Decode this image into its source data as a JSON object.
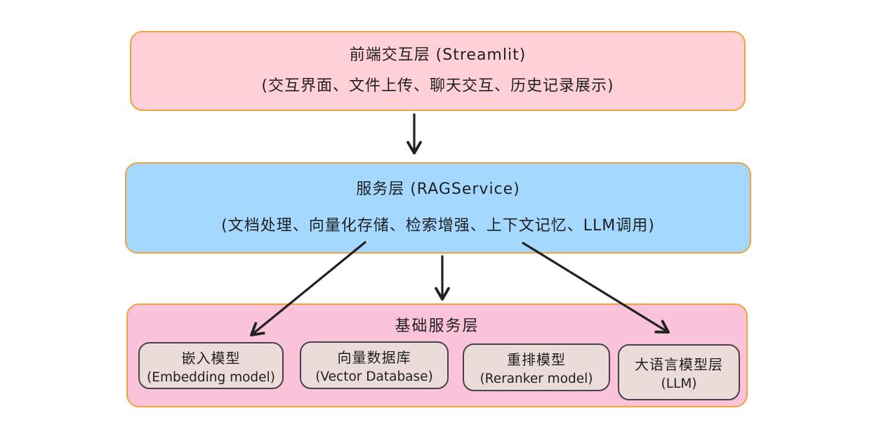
{
  "canvas": {
    "background": "#ffffff"
  },
  "colors": {
    "outer_border": "#efa33f",
    "frontend_fill": "#ffd0d5",
    "service_fill": "#a5d8ff",
    "base_fill": "#fac3da",
    "component_fill": "#ebdcd9",
    "component_border": "#46414a",
    "text": "#1f1f1f",
    "arrow": "#212121"
  },
  "frontend_layer": {
    "title": "前端交互层 (Streamlit)",
    "subtitle": "(交互界面、文件上传、聊天交互、历史记录展示)"
  },
  "service_layer": {
    "title": "服务层 (RAGService)",
    "subtitle": "(文档处理、向量化存储、检索增强、上下文记忆、LLM调用)"
  },
  "base_layer": {
    "title": "基础服务层",
    "components": [
      {
        "name": "嵌入模型",
        "subtitle": "(Embedding model)"
      },
      {
        "name": "向量数据库",
        "subtitle": "(Vector Database)"
      },
      {
        "name": "重排模型",
        "subtitle": "(Reranker model)"
      },
      {
        "name": "大语言模型层",
        "subtitle": "(LLM)"
      }
    ]
  },
  "connections": [
    {
      "from": "前端交互层 (Streamlit)",
      "to": "服务层 (RAGService)"
    },
    {
      "from": "服务层 (RAGService)",
      "to": "嵌入模型 (Embedding model)"
    },
    {
      "from": "服务层 (RAGService)",
      "to": "基础服务层"
    },
    {
      "from": "服务层 (RAGService)",
      "to": "大语言模型层 (LLM)"
    }
  ]
}
